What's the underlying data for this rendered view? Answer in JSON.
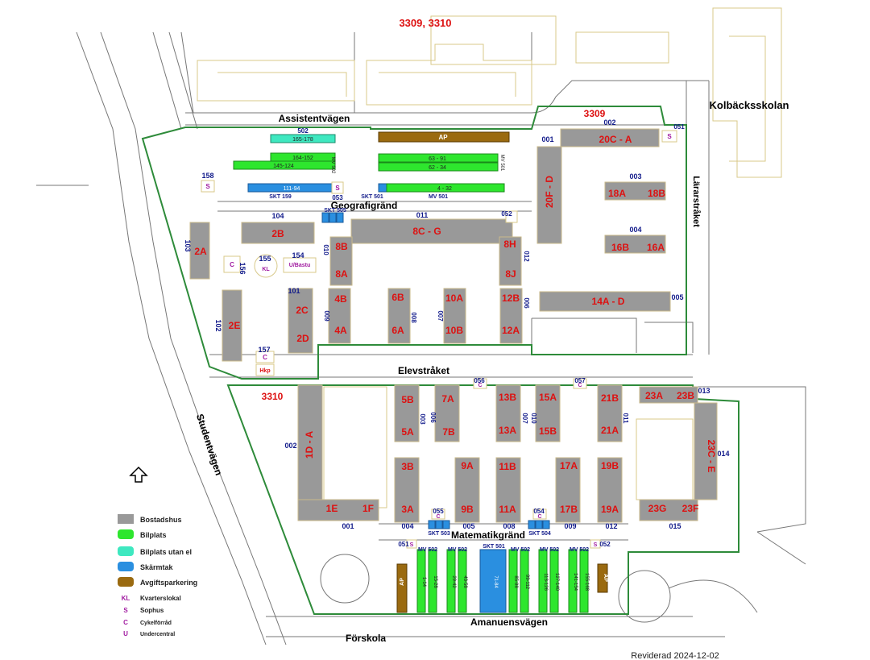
{
  "map": {
    "title_top": "3309, 3310",
    "revised": "Reviderad 2024-12-02",
    "school": "Kolbäcksskolan",
    "preschool": "Förskola",
    "area_3309": "3309",
    "area_3310": "3310",
    "streets": {
      "assistentvagen": "Assistentvägen",
      "geografigrand": "Geografigränd",
      "elevstraket": "Elevstråket",
      "matematikgrand": "Matematikgränd",
      "amanuensvagen": "Amanuensvägen",
      "studentvagen": "Studentvägen",
      "lararstraket": "Lärarstråket"
    },
    "buildings": {
      "b20CA": "20C - A",
      "b20FD": "20F - D",
      "b18A": "18A",
      "b18B": "18B",
      "b16B": "16B",
      "b16A": "16A",
      "b14AD": "14A - D",
      "b8CG": "8C - G",
      "b8B": "8B",
      "b8A": "8A",
      "b8H": "8H",
      "b8J": "8J",
      "b4B": "4B",
      "b4A": "4A",
      "b6B": "6B",
      "b6A": "6A",
      "b10A": "10A",
      "b10B": "10B",
      "b12B": "12B",
      "b12A": "12A",
      "b2A": "2A",
      "b2B": "2B",
      "b2C": "2C",
      "b2D": "2D",
      "b2E": "2E",
      "b1DA": "1D - A",
      "b1E": "1E",
      "b1F": "1F",
      "b5B": "5B",
      "b5A": "5A",
      "b7A": "7A",
      "b7B": "7B",
      "b13B": "13B",
      "b13A": "13A",
      "b15A": "15A",
      "b15B": "15B",
      "b21B": "21B",
      "b21A": "21A",
      "b23A": "23A",
      "b23B": "23B",
      "b23CE": "23C - E",
      "b3B": "3B",
      "b3A": "3A",
      "b9A": "9A",
      "b9B": "9B",
      "b11B": "11B",
      "b11A": "11A",
      "b17A": "17A",
      "b17B": "17B",
      "b19B": "19B",
      "b19A": "19A",
      "b23G": "23G",
      "b23F": "23F"
    },
    "numbers": {
      "n002a": "002",
      "n001a": "001",
      "n003a": "003",
      "n004a": "004",
      "n005a": "005",
      "n051a": "051",
      "n502": "502",
      "n158": "158",
      "n053": "053",
      "n104": "104",
      "n011a": "011",
      "n052a": "052",
      "n103": "103",
      "n155": "155",
      "n154": "154",
      "n156": "156",
      "n010a": "010",
      "n012a": "012",
      "n101": "101",
      "n102": "102",
      "n157": "157",
      "n009a": "009",
      "n008a": "008",
      "n007a": "007",
      "n006a": "006",
      "n056": "056",
      "n057": "057",
      "n013": "013",
      "n002b": "002",
      "n003b": "003",
      "n006b": "006",
      "n007b": "007",
      "n010b": "010",
      "n011b": "011",
      "n014": "014",
      "n055": "055",
      "n054": "054",
      "n001b": "001",
      "n004b": "004",
      "n005b": "005",
      "n008b": "008",
      "n009b": "009",
      "n012b": "012",
      "n015": "015",
      "n051b": "051",
      "n052b": "052"
    },
    "parking": {
      "p165_178": "165-178",
      "p164_152": "164-152",
      "p145_124": "145-124",
      "p111_94": "111-94",
      "pAP_top": "AP",
      "p63_91": "63 - 91",
      "p62_34": "62 - 34",
      "p4_32": "4 - 32",
      "skt159": "SKT 159",
      "skt501a": "SKT 501",
      "mv501": "MV 501",
      "mv502a": "MV 502",
      "mv501v": "MV 501",
      "skt505": "SKT 505",
      "skt503": "SKT 503",
      "skt504": "SKT 504",
      "skt501b": "SKT 501",
      "mv502b": "MV 502",
      "mv502c": "MV 502",
      "mv502d": "MV 502",
      "mv502e": "MV 502",
      "mv502f": "MV 502",
      "s1_14": "1-14",
      "s15_28": "15-28",
      "s29_42": "29-42",
      "s43_58": "43-58",
      "s71_84": "71-84",
      "s85_98": "85-98",
      "s99_112": "99-112",
      "s113_126": "113-126",
      "s127_140": "127-140",
      "s141_154": "141-154",
      "s155_168": "155-168",
      "pAP_l": "AP",
      "pAP_r": "AP"
    },
    "symbols": {
      "S": "S",
      "C": "C",
      "KL": "KL",
      "UBastu": "U/Bastu",
      "Hkp": "Hkp"
    },
    "legend": [
      {
        "label": "Bostadshus",
        "swatch": "#999999"
      },
      {
        "label": "Bilplats",
        "swatch": "#2ee62e"
      },
      {
        "label": "Bilplats utan el",
        "swatch": "#3ee8c0"
      },
      {
        "label": "Skärmtak",
        "swatch": "#2a8fe0"
      },
      {
        "label": "Avgiftsparkering",
        "swatch": "#9a6a10"
      }
    ],
    "legend_symbols": [
      {
        "code": "KL",
        "label": "Kvarterslokal"
      },
      {
        "code": "S",
        "label": "Sophus"
      },
      {
        "code": "C",
        "label": "Cykelförråd"
      },
      {
        "code": "U",
        "label": "Undercentral"
      }
    ]
  }
}
